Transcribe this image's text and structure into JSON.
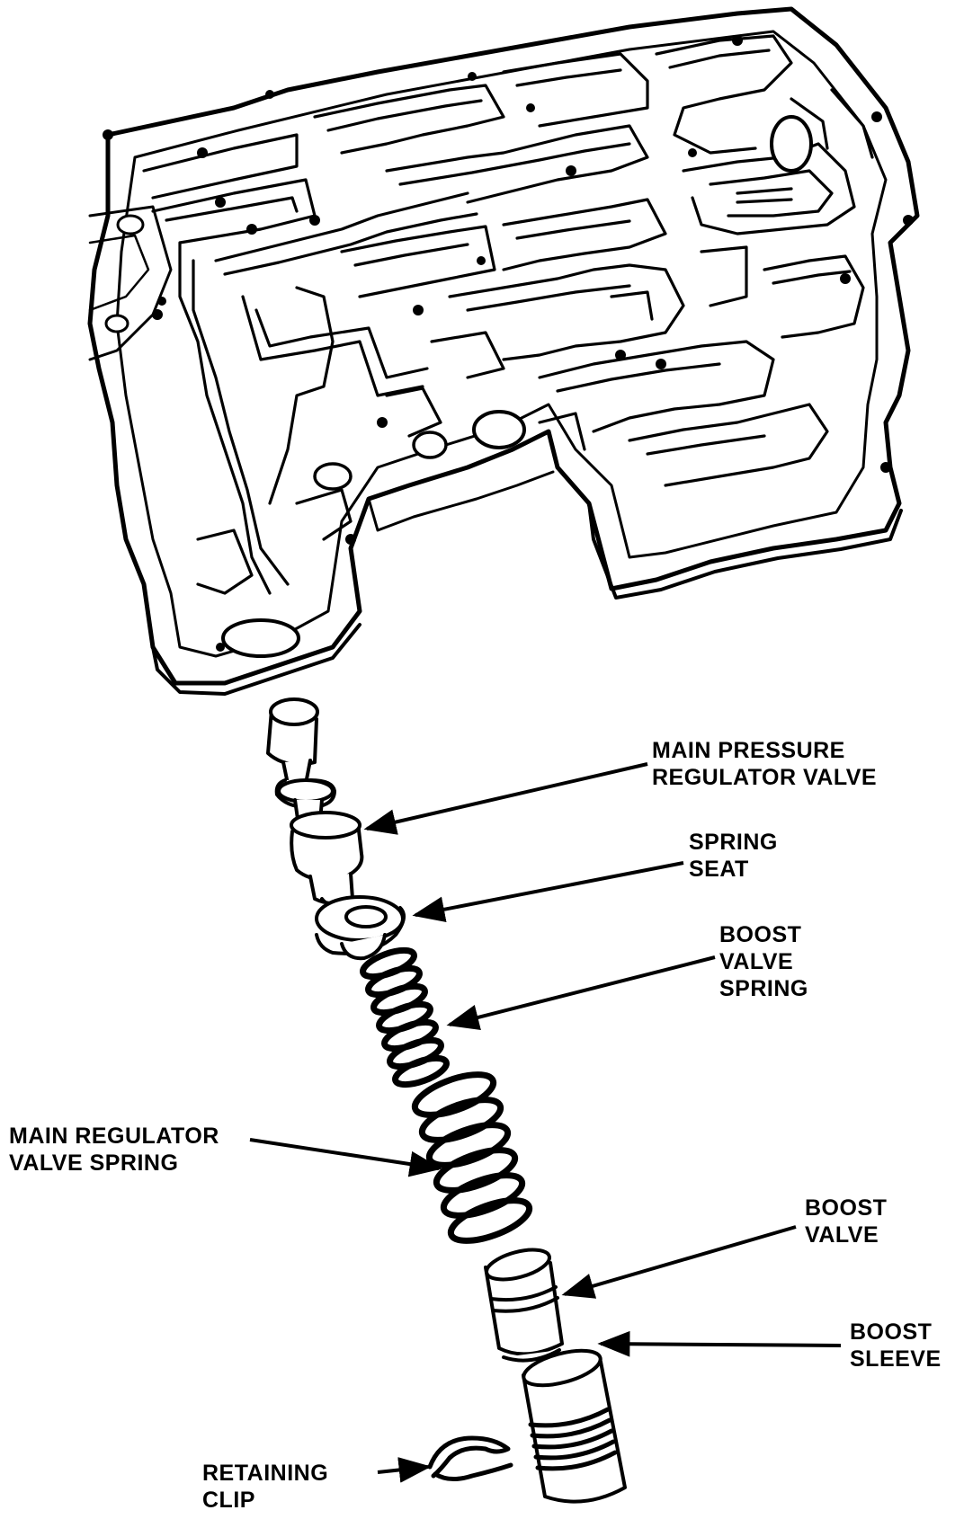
{
  "labels": {
    "main_pressure_regulator_valve": [
      "MAIN PRESSURE",
      "REGULATOR VALVE"
    ],
    "spring_seat": [
      "SPRING",
      "SEAT"
    ],
    "boost_valve_spring": [
      "BOOST",
      "VALVE",
      "SPRING"
    ],
    "main_regulator_valve_spring": [
      "MAIN REGULATOR",
      "VALVE SPRING"
    ],
    "boost_valve": [
      "BOOST",
      "VALVE"
    ],
    "boost_sleeve": [
      "BOOST",
      "SLEEVE"
    ],
    "retaining_clip": [
      "RETAINING",
      "CLIP"
    ]
  },
  "colors": {
    "ink": "#000000",
    "paper": "#ffffff"
  }
}
